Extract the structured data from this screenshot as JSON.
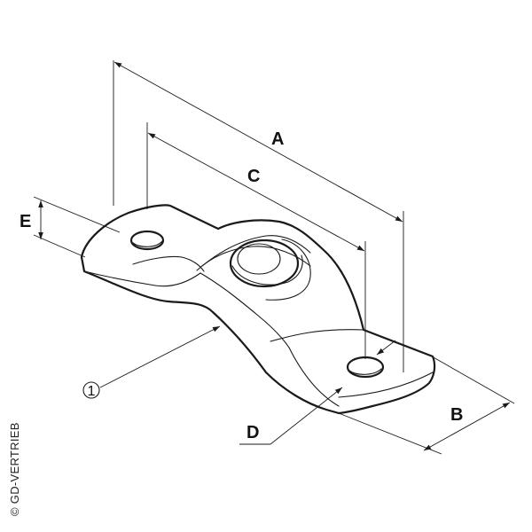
{
  "labels": {
    "A": "A",
    "B": "B",
    "C": "C",
    "D": "D",
    "E": "E",
    "part_callout": "1"
  },
  "copyright": "© GD-VERTRIEB"
}
